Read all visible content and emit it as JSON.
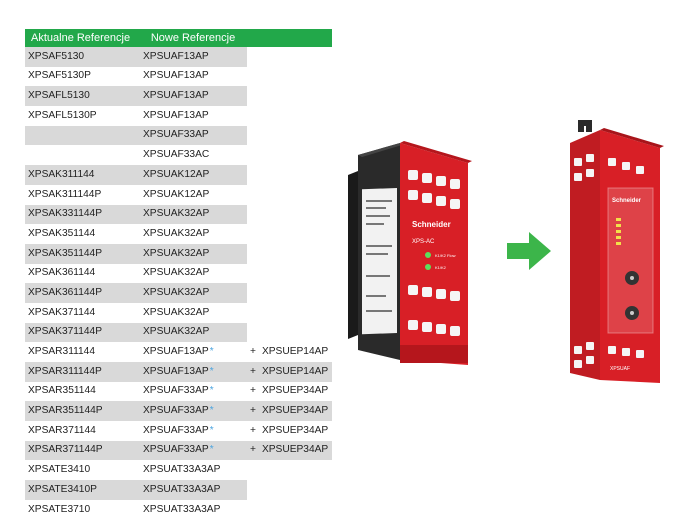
{
  "table": {
    "headers": {
      "current": "Aktualne Referencje",
      "new": "Nowe Referencje"
    },
    "rows": [
      {
        "current": "XPSAF5130",
        "new": "XPSUAF13AP",
        "star": "",
        "add": ""
      },
      {
        "current": "XPSAF5130P",
        "new": "XPSUAF13AP",
        "star": "",
        "add": ""
      },
      {
        "current": "XPSAFL5130",
        "new": "XPSUAF13AP",
        "star": "",
        "add": ""
      },
      {
        "current": "XPSAFL5130P",
        "new": "XPSUAF13AP",
        "star": "",
        "add": ""
      },
      {
        "current": "",
        "new": "XPSUAF33AP",
        "star": "",
        "add": ""
      },
      {
        "current": "",
        "new": "XPSUAF33AC",
        "star": "",
        "add": ""
      },
      {
        "current": "XPSAK311144",
        "new": "XPSUAK12AP",
        "star": "",
        "add": ""
      },
      {
        "current": "XPSAK311144P",
        "new": "XPSUAK12AP",
        "star": "",
        "add": ""
      },
      {
        "current": "XPSAK331144P",
        "new": "XPSUAK32AP",
        "star": "",
        "add": ""
      },
      {
        "current": "XPSAK351144",
        "new": "XPSUAK32AP",
        "star": "",
        "add": ""
      },
      {
        "current": "XPSAK351144P",
        "new": "XPSUAK32AP",
        "star": "",
        "add": ""
      },
      {
        "current": "XPSAK361144",
        "new": "XPSUAK32AP",
        "star": "",
        "add": ""
      },
      {
        "current": "XPSAK361144P",
        "new": "XPSUAK32AP",
        "star": "",
        "add": ""
      },
      {
        "current": "XPSAK371144",
        "new": "XPSUAK32AP",
        "star": "",
        "add": ""
      },
      {
        "current": "XPSAK371144P",
        "new": "XPSUAK32AP",
        "star": "",
        "add": ""
      },
      {
        "current": "XPSAR311144",
        "new": "XPSUAF13AP",
        "star": "*",
        "add": "XPSUEP14AP"
      },
      {
        "current": "XPSAR311144P",
        "new": "XPSUAF13AP",
        "star": "*",
        "add": "XPSUEP14AP"
      },
      {
        "current": "XPSAR351144",
        "new": "XPSUAF33AP",
        "star": "*",
        "add": "XPSUEP34AP"
      },
      {
        "current": "XPSAR351144P",
        "new": "XPSUAF33AP",
        "star": "*",
        "add": "XPSUEP34AP"
      },
      {
        "current": "XPSAR371144",
        "new": "XPSUAF33AP",
        "star": "*",
        "add": "XPSUEP34AP"
      },
      {
        "current": "XPSAR371144P",
        "new": "XPSUAF33AP",
        "star": "*",
        "add": "XPSUEP34AP"
      },
      {
        "current": "XPSATE3410",
        "new": "XPSUAT33A3AP",
        "star": "",
        "add": ""
      },
      {
        "current": "XPSATE3410P",
        "new": "XPSUAT33A3AP",
        "star": "",
        "add": ""
      },
      {
        "current": "XPSATE3710",
        "new": "XPSUAT33A3AP",
        "star": "",
        "add": ""
      }
    ],
    "plus_sign": "+"
  },
  "old_device": {
    "brand": "Schneider",
    "model": "XPS-AC",
    "led1": "K1/K2 Flow",
    "led2": "K1/K2",
    "icon": "safety-relay-old-image"
  },
  "new_device": {
    "brand": "Schneider",
    "model": "XPSUAF",
    "icon": "safety-relay-new-image"
  },
  "arrow": {
    "icon": "right-arrow-icon",
    "color": "#3cb54a"
  },
  "colors": {
    "header_green": "#22a84a",
    "row_shade": "#d9d9d9",
    "star_blue": "#4aa3df",
    "device_red": "#d81f26"
  }
}
